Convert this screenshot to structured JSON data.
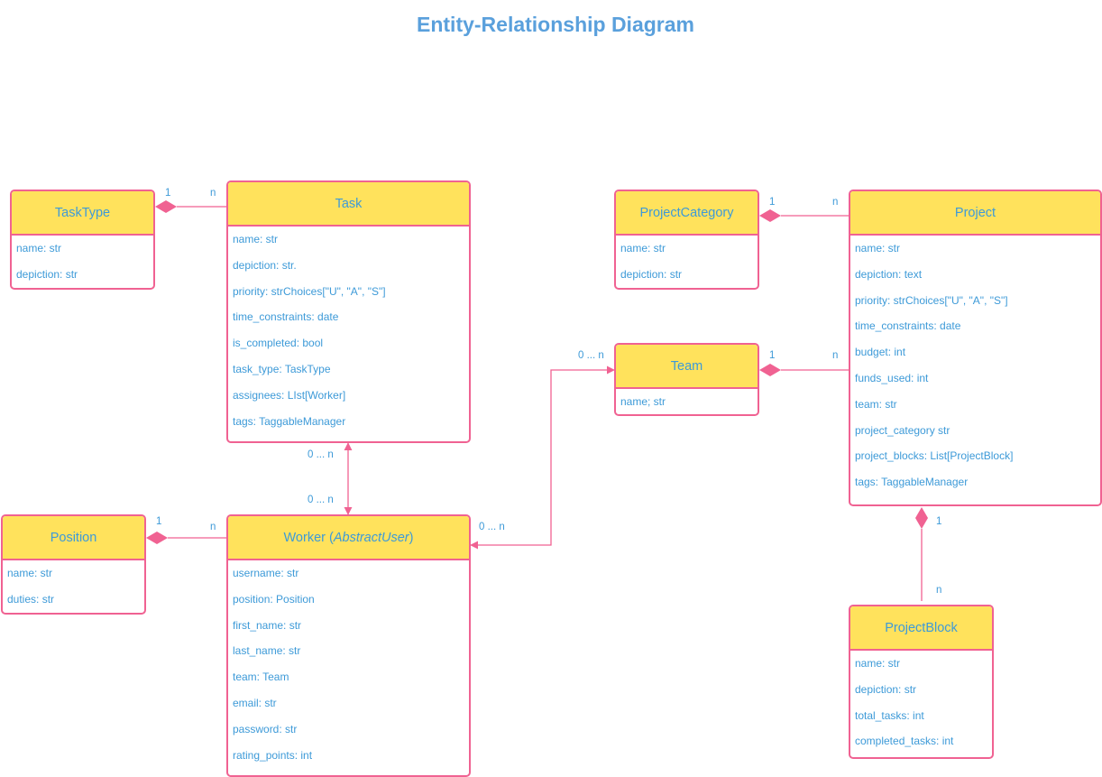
{
  "title": "Entity-Relationship Diagram",
  "entities": {
    "tasktype": {
      "name": "TaskType",
      "attrs": [
        "name: str",
        "depiction: str"
      ]
    },
    "task": {
      "name": "Task",
      "attrs": [
        "name: str",
        "depiction: str.",
        "priority: strChoices[\"U\", \"A\", \"S\"]",
        "time_constraints: date",
        "is_completed: bool",
        "task_type: TaskType",
        "assignees: LIst[Worker]",
        "tags: TaggableManager"
      ]
    },
    "position": {
      "name": "Position",
      "attrs": [
        "name: str",
        "duties: str"
      ]
    },
    "worker": {
      "name_prefix": "Worker (",
      "name_abstract": "AbstractUser",
      "name_suffix": ")",
      "attrs": [
        "username: str",
        "position: Position",
        "first_name: str",
        "last_name: str",
        "team: Team",
        "email: str",
        "password: str",
        "rating_points: int"
      ]
    },
    "projectcategory": {
      "name": "ProjectCategory",
      "attrs": [
        "name: str",
        "depiction: str"
      ]
    },
    "team": {
      "name": "Team",
      "attrs": [
        "name; str"
      ]
    },
    "project": {
      "name": "Project",
      "attrs": [
        "name: str",
        "depiction: text",
        "priority: strChoices[\"U\", \"A\", \"S\"]",
        "time_constraints: date",
        "budget: int",
        "funds_used: int",
        "team: str",
        "project_category str",
        "project_blocks: List[ProjectBlock]",
        "tags: TaggableManager"
      ]
    },
    "projectblock": {
      "name": "ProjectBlock",
      "attrs": [
        "name: str",
        "depiction: str",
        "total_tasks: int",
        "completed_tasks: int"
      ]
    }
  },
  "relations": {
    "tasktype_task": {
      "one": "1",
      "many": "n"
    },
    "task_worker": {
      "task_end": "0 ... n",
      "worker_end": "0 ... n"
    },
    "position_worker": {
      "one": "1",
      "many": "n"
    },
    "worker_team": {
      "worker_end": "0 ... n",
      "team_end": "0 ... n"
    },
    "projectcategory_project": {
      "one": "1",
      "many": "n"
    },
    "team_project": {
      "one": "1",
      "many": "n"
    },
    "project_projectblock": {
      "one": "1",
      "many": "n"
    }
  },
  "colors": {
    "title": "#5aa0dc",
    "text": "#3d9ad8",
    "border": "#f06292",
    "header_fill": "#ffe25c",
    "line": "#f06292"
  }
}
